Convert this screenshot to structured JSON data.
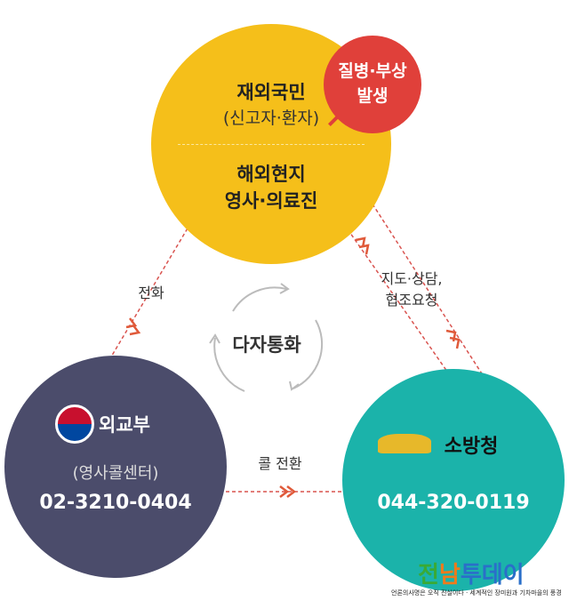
{
  "top_node": {
    "title": "재외국민",
    "subtitle": "(신고자·환자)",
    "lower_line1": "해외현지",
    "lower_line2": "영사·의료진",
    "color": "#f5bf1a"
  },
  "event_badge": {
    "line1": "질병·부상",
    "line2": "발생",
    "color": "#e0403a"
  },
  "left_node": {
    "name": "외교부",
    "subtitle": "(영사콜센터)",
    "phone": "02-3210-0404",
    "color": "#4b4c6b"
  },
  "right_node": {
    "name": "소방청",
    "phone": "044-320-0119",
    "color": "#1bb3aa"
  },
  "center": {
    "label": "다자통화"
  },
  "edges": {
    "left_label": "전화",
    "right_label_line1": "지도·상담,",
    "right_label_line2": "협조요청",
    "bottom_label": "콜 전환"
  },
  "watermark": {
    "logo_part1": "전",
    "logo_part2": "남",
    "logo_part3": "투데이",
    "tagline": "언론의사명은 오직 진실이다 · 세계적인 장미원과 기차마을의 풍경"
  }
}
